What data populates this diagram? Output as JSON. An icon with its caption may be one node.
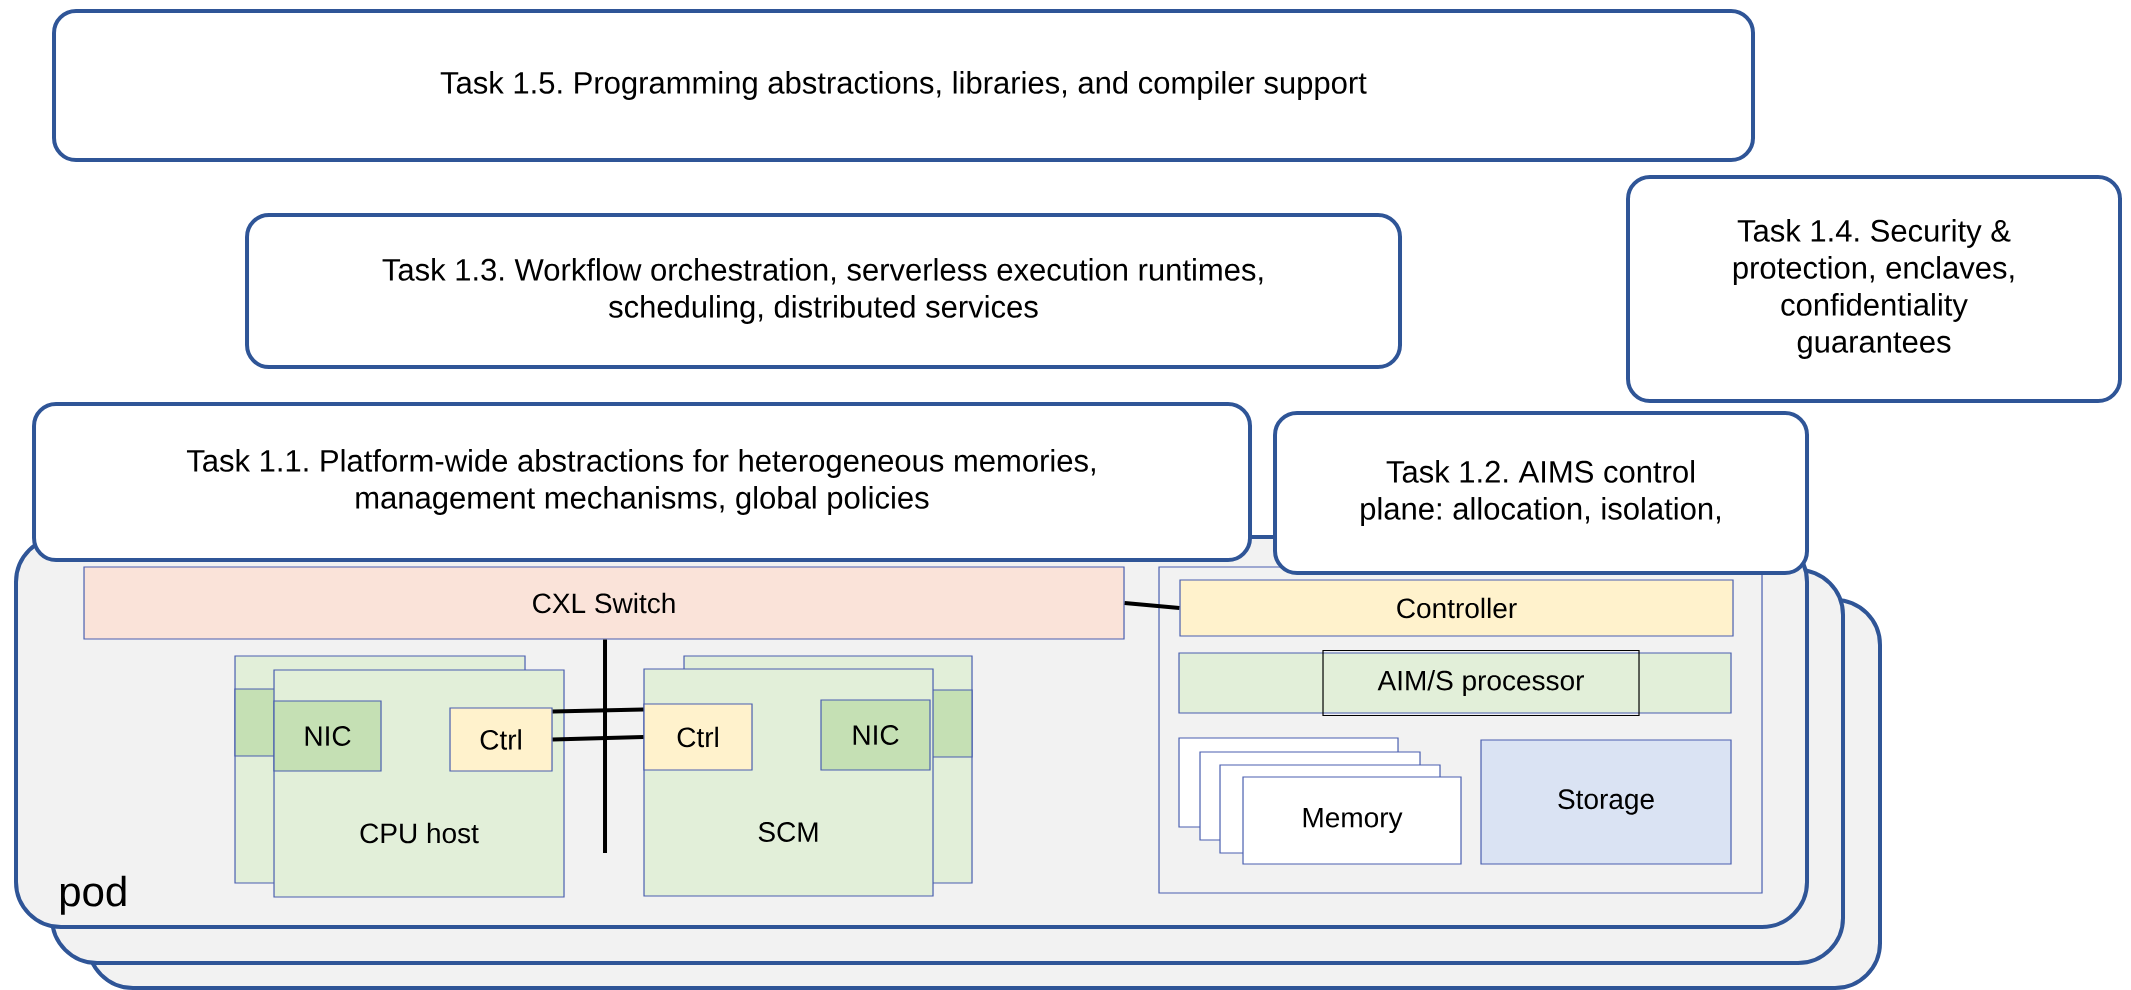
{
  "diagram": {
    "nodes": [
      {
        "text": [
          "Task 1.5. Programming abstractions, libraries, and compiler support"
        ]
      },
      {
        "text": [
          "Task 1.3. Workflow orchestration, serverless execution runtimes, scheduling, distributed services"
        ]
      },
      {
        "text": [
          "Task 1.4. Security & protection, enclaves, confidentiality guarantees"
        ]
      },
      {
        "text": [
          "pod"
        ]
      },
      {
        "text": [
          "Task 1.1. Platform-wide abstractions for heterogeneous memories, management mechanisms, global policies"
        ]
      },
      {
        "text": [
          "Task 1.2. AIMS control plane: allocation, isolation,"
        ]
      },
      {
        "text": [
          "CXL Switch"
        ],
        "in": 3
      },
      {
        "text": [
          "CPU host"
        ],
        "in": 3
      },
      {
        "text": [
          "NIC"
        ],
        "in": 7
      },
      {
        "text": [
          "Ctrl"
        ],
        "in": 7
      },
      {
        "text": [
          "SCM"
        ],
        "in": 3
      },
      {
        "text": [
          "Ctrl"
        ],
        "in": 10
      },
      {
        "text": [
          "NIC"
        ],
        "in": 10
      },
      {
        "text": [],
        "shape": "box",
        "in": 3
      },
      {
        "text": [
          "Controller"
        ],
        "in": 13
      },
      {
        "text": [
          "AIM/S processor"
        ],
        "in": 13
      },
      {
        "text": [
          "Memory"
        ],
        "in": 13
      },
      {
        "text": [
          "Storage"
        ],
        "in": 13
      }
    ],
    "edges": [
      {
        "from": 6,
        "to": null,
        "arrow": "none"
      },
      {
        "from": 9,
        "to": 11,
        "arrow": "none"
      },
      {
        "from": 9,
        "to": 11,
        "arrow": "none"
      },
      {
        "from": 6,
        "to": 14,
        "arrow": "none"
      }
    ]
  }
}
